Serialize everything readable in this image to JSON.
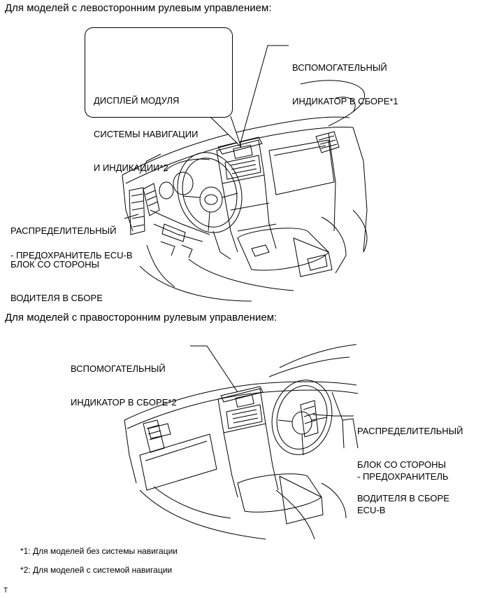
{
  "section_lhd": {
    "heading": "Для моделей с левосторонним рулевым управлением:",
    "callout_nav_display": [
      "ДИСПЛЕЙ МОДУЛЯ",
      "СИСТЕМЫ НАВИГАЦИИ",
      "И ИНДИКАЦИИ*2"
    ],
    "label_aux_indicator": [
      "ВСПОМОГАТЕЛЬНЫЙ",
      "ИНДИКАТОР В СБОРЕ*1"
    ],
    "label_junction_block": [
      "РАСПРЕДЕЛИТЕЛЬНЫЙ",
      "БЛОК СО СТОРОНЫ",
      "ВОДИТЕЛЯ В СБОРЕ"
    ],
    "label_fuse": "- ПРЕДОХРАНИТЕЛЬ ECU-B"
  },
  "section_rhd": {
    "heading": "Для моделей с правосторонним рулевым управлением:",
    "label_aux_indicator": [
      "ВСПОМОГАТЕЛЬНЫЙ",
      "ИНДИКАТОР В СБОРЕ*2"
    ],
    "label_junction_block": [
      "РАСПРЕДЕЛИТЕЛЬНЫЙ",
      "БЛОК СО СТОРОНЫ",
      "ВОДИТЕЛЯ В СБОРЕ"
    ],
    "label_fuse": [
      "- ПРЕДОХРАНИТЕЛЬ",
      "ECU-B"
    ]
  },
  "footnotes": {
    "note1": "*1: Для моделей без системы навигации",
    "note2": "*2: Для моделей с системой навигации"
  },
  "corner_mark": "T"
}
